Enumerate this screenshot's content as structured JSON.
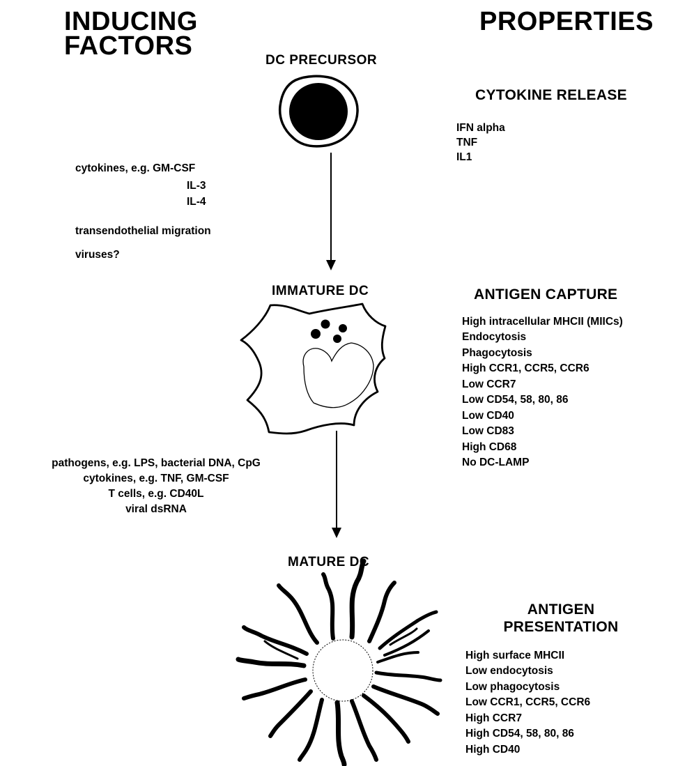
{
  "headers": {
    "left_line1": "INDUCING",
    "left_line2": "FACTORS",
    "right": "PROPERTIES"
  },
  "stages": {
    "precursor": "DC PRECURSOR",
    "immature": "IMMATURE DC",
    "mature": "MATURE DC"
  },
  "inducing_factors": {
    "precursor_to_immature": {
      "cytokines": "cytokines, e.g. GM-CSF",
      "il3": "IL-3",
      "il4": "IL-4",
      "migration": "transendothelial migration",
      "viruses": "viruses?"
    },
    "immature_to_mature": [
      "pathogens, e.g. LPS, bacterial DNA, CpG",
      "cytokines, e.g. TNF, GM-CSF",
      "T cells, e.g. CD40L",
      "viral dsRNA"
    ]
  },
  "properties": {
    "precursor": {
      "heading": "CYTOKINE RELEASE",
      "items": [
        "IFN alpha",
        "TNF",
        "IL1"
      ]
    },
    "immature": {
      "heading": "ANTIGEN CAPTURE",
      "items": [
        "High intracellular MHCII (MIICs)",
        "Endocytosis",
        "Phagocytosis",
        "High CCR1, CCR5, CCR6",
        "Low CCR7",
        "Low CD54, 58, 80, 86",
        "Low CD40",
        "Low CD83",
        "High CD68",
        "No DC-LAMP"
      ]
    },
    "mature": {
      "heading_line1": "ANTIGEN",
      "heading_line2": "PRESENTATION",
      "items": [
        "High surface MHCII",
        "Low endocytosis",
        "Low phagocytosis",
        "Low CCR1, CCR5, CCR6",
        "High CCR7",
        "High CD54, 58, 80, 86",
        "High CD40"
      ]
    }
  }
}
